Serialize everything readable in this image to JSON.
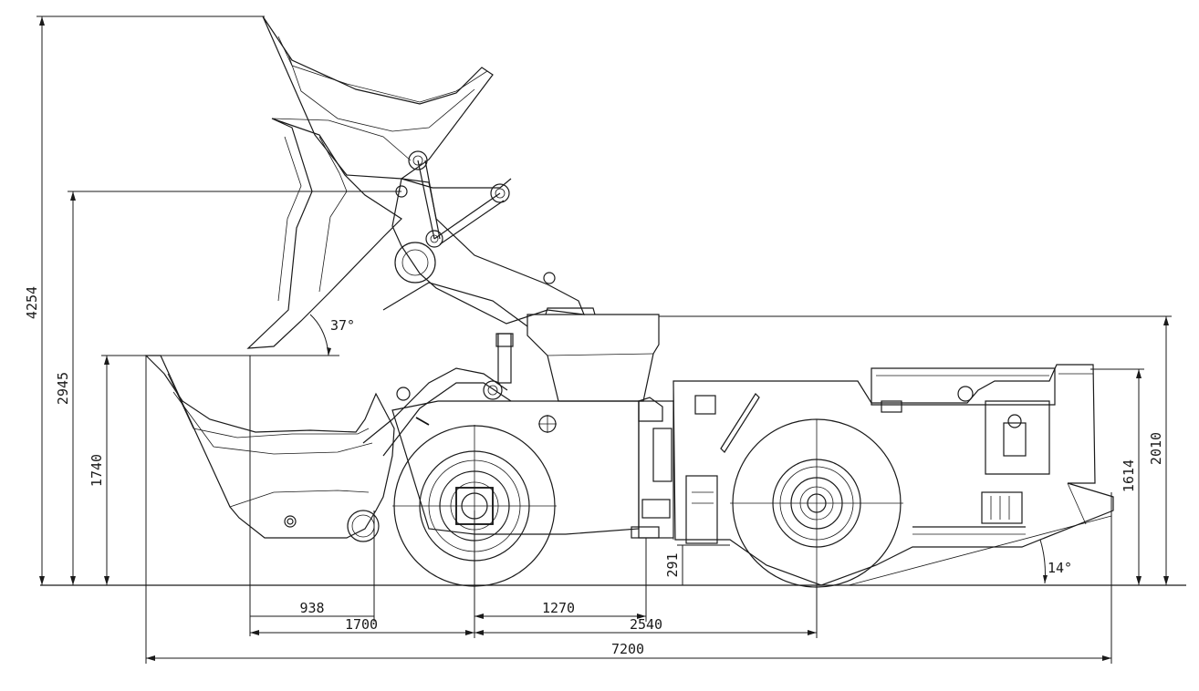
{
  "dimensions": {
    "overall_height_raised": "4254",
    "hinge_pin_height": "2945",
    "bucket_lip_height": "1740",
    "canopy_height": "2010",
    "engine_hood_height": "1614",
    "ground_clearance": "291",
    "dump_reach": "938",
    "front_overhang": "1700",
    "front_axle_to_articulation": "1270",
    "wheelbase": "2540",
    "overall_length": "7200"
  },
  "angles": {
    "dump_angle": "37°",
    "departure_angle": "14°"
  }
}
